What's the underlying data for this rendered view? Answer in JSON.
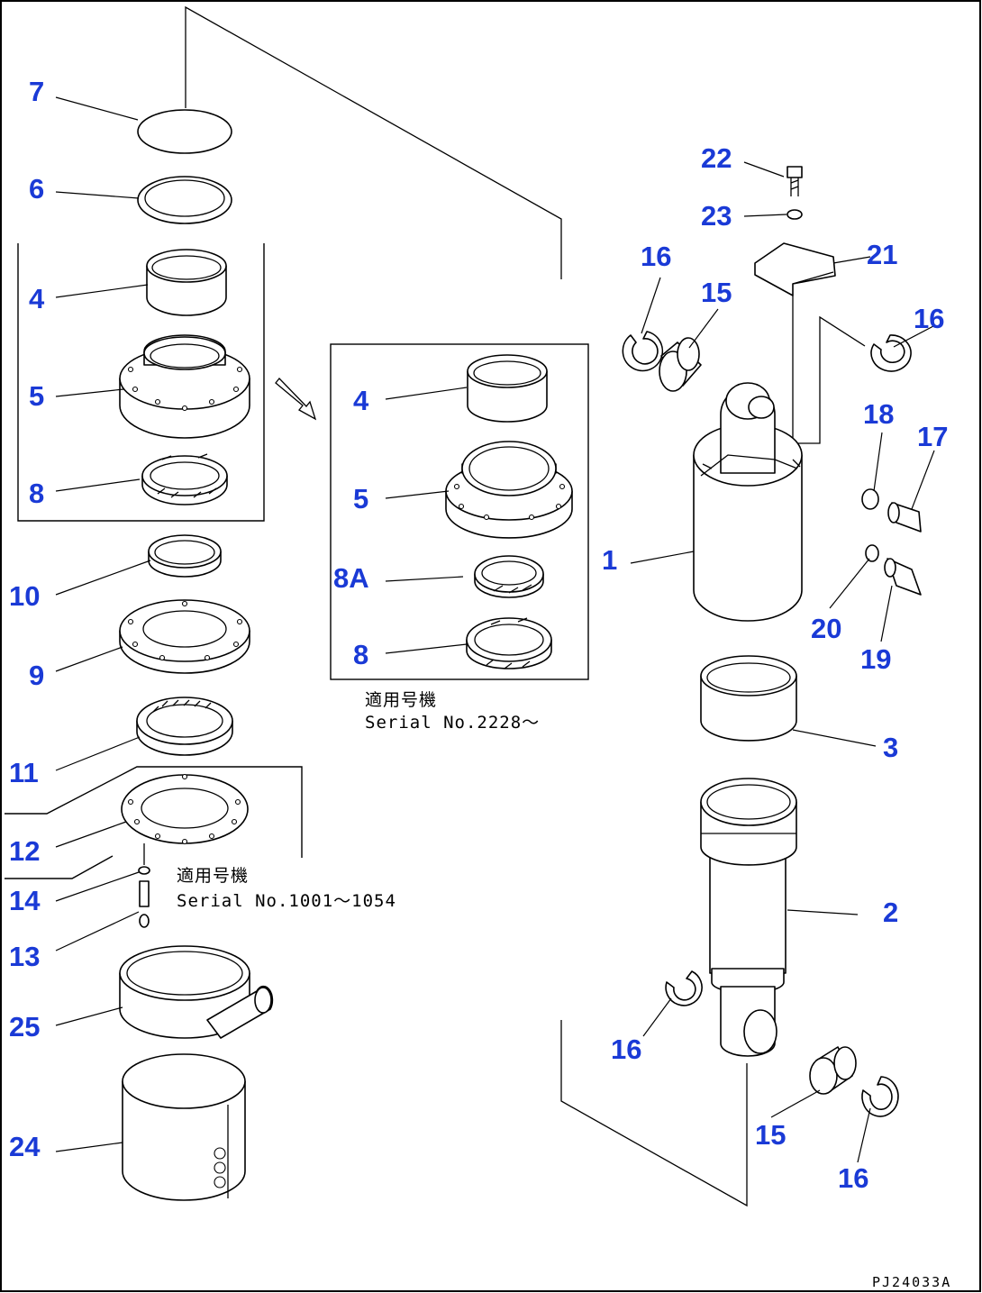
{
  "diagram_code": "PJ24033A",
  "notes": {
    "upper_applicable_label": "適用号機",
    "upper_serial": "Serial No.2228～",
    "lower_applicable_label": "適用号機",
    "lower_serial": "Serial No.1001～1054"
  },
  "callouts": [
    {
      "id": "c7",
      "label": "7"
    },
    {
      "id": "c6",
      "label": "6"
    },
    {
      "id": "c4a",
      "label": "4"
    },
    {
      "id": "c5a",
      "label": "5"
    },
    {
      "id": "c8a",
      "label": "8"
    },
    {
      "id": "c10",
      "label": "10"
    },
    {
      "id": "c9",
      "label": "9"
    },
    {
      "id": "c11",
      "label": "11"
    },
    {
      "id": "c12",
      "label": "12"
    },
    {
      "id": "c14",
      "label": "14"
    },
    {
      "id": "c13",
      "label": "13"
    },
    {
      "id": "c25",
      "label": "25"
    },
    {
      "id": "c24",
      "label": "24"
    },
    {
      "id": "c4b",
      "label": "4"
    },
    {
      "id": "c5b",
      "label": "5"
    },
    {
      "id": "c8A",
      "label": "8A"
    },
    {
      "id": "c8b",
      "label": "8"
    },
    {
      "id": "c22",
      "label": "22"
    },
    {
      "id": "c23",
      "label": "23"
    },
    {
      "id": "c21",
      "label": "21"
    },
    {
      "id": "c16a",
      "label": "16"
    },
    {
      "id": "c15a",
      "label": "15"
    },
    {
      "id": "c16b",
      "label": "16"
    },
    {
      "id": "c18",
      "label": "18"
    },
    {
      "id": "c17",
      "label": "17"
    },
    {
      "id": "c1",
      "label": "1"
    },
    {
      "id": "c20",
      "label": "20"
    },
    {
      "id": "c19",
      "label": "19"
    },
    {
      "id": "c3",
      "label": "3"
    },
    {
      "id": "c2",
      "label": "2"
    },
    {
      "id": "c16c",
      "label": "16"
    },
    {
      "id": "c15b",
      "label": "15"
    },
    {
      "id": "c16d",
      "label": "16"
    }
  ]
}
